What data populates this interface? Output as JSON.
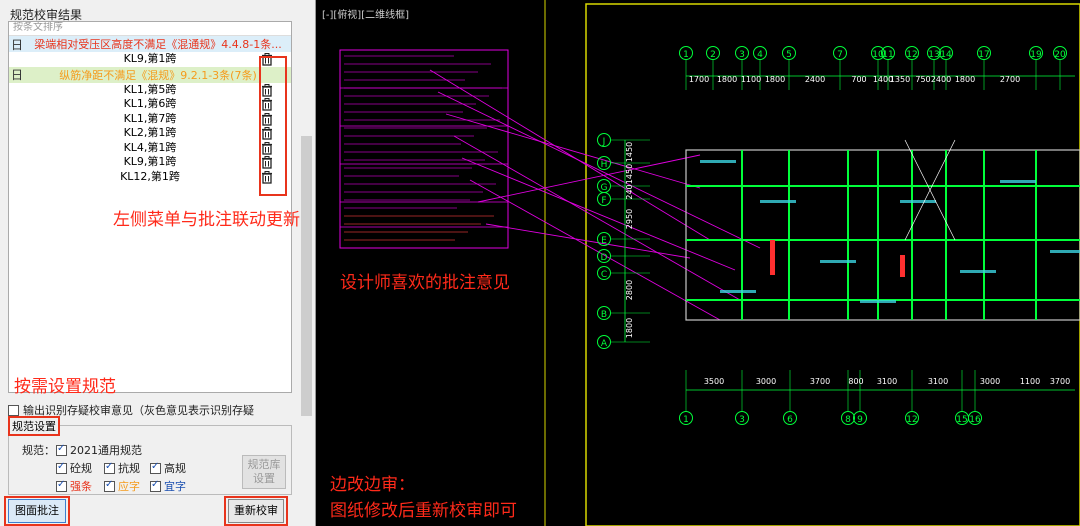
{
  "panel": {
    "title": "规范校审结果",
    "sort_label": "按条文排序",
    "groups": [
      {
        "toggle": "日",
        "label": "梁端相对受压区高度不满足《混通规》4.4.8-1条..."
      },
      {
        "toggle": "日",
        "label": "纵筋净距不满足《混规》9.2.1-3条(7条)"
      }
    ],
    "group1_items": [
      "KL9,第1跨"
    ],
    "group2_items": [
      "KL1,第5跨",
      "KL1,第6跨",
      "KL1,第7跨",
      "KL2,第1跨",
      "KL4,第1跨",
      "KL9,第1跨",
      "KL12,第1跨"
    ],
    "export_label": "输出识别存疑校审意见（灰色意见表示识别存疑",
    "settings_title": "规范设置",
    "spec_label": "规范：",
    "spec_2021": "2021通用规范",
    "opt_concrete": "砼规",
    "opt_seismic": "抗规",
    "opt_high": "高规",
    "opt_strong": "强条",
    "opt_yellow": "应字",
    "opt_blue": "宜字",
    "lib_button": "规范库设置",
    "annotate_button": "图面批注",
    "recheck_button": "重新校审"
  },
  "annotations": {
    "menu_sync": "左侧菜单与批注联动更新",
    "designer_likes": "设计师喜欢的批注意见",
    "set_spec": "按需设置规范",
    "edit_review_1": "边改边审：",
    "edit_review_2": "图纸修改后重新校审即可"
  },
  "cad": {
    "view_label": "[-][俯视][二维线框]",
    "top_axes": [
      "1",
      "2",
      "3",
      "4",
      "5",
      "7",
      "10",
      "11",
      "12",
      "13",
      "14",
      "17",
      "19",
      "20"
    ],
    "top_dims": [
      "1700",
      "1800",
      "1100",
      "1800",
      "2400",
      "700",
      "1400",
      "1350",
      "750",
      "2400",
      "1800",
      "2700"
    ],
    "bottom_axes": [
      "1",
      "3",
      "6",
      "8",
      "9",
      "12",
      "15",
      "16"
    ],
    "bottom_dims": [
      "3500",
      "3000",
      "3700",
      "800",
      "3100",
      "3100",
      "3000",
      "1100",
      "3700"
    ],
    "left_axes": [
      "J",
      "H",
      "G",
      "F",
      "E",
      "D",
      "C",
      "B",
      "A"
    ],
    "left_dims": [
      "1450",
      "1450",
      "240",
      "2950",
      "2800",
      "1800"
    ]
  },
  "colors": {
    "red": "#e8341c",
    "magenta": "#e000e0",
    "green": "#00ff3a",
    "cyan": "#3bd3e0"
  }
}
